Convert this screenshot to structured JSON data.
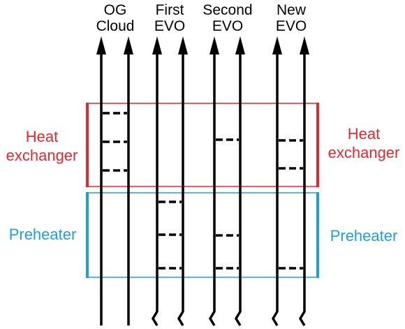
{
  "columns": [
    {
      "id": "og-cloud",
      "label": "OG\nCloud"
    },
    {
      "id": "first-evo",
      "label": "First\nEVO"
    },
    {
      "id": "second-evo",
      "label": "Second\nEVO"
    },
    {
      "id": "new-evo",
      "label": "New\nEVO"
    }
  ],
  "regions": {
    "heat_exchanger": {
      "label": "Heat\nexchanger",
      "color": "#e8262b"
    },
    "preheater": {
      "label": "Preheater",
      "color": "#1ca0e0"
    }
  },
  "line_color": "#000000"
}
